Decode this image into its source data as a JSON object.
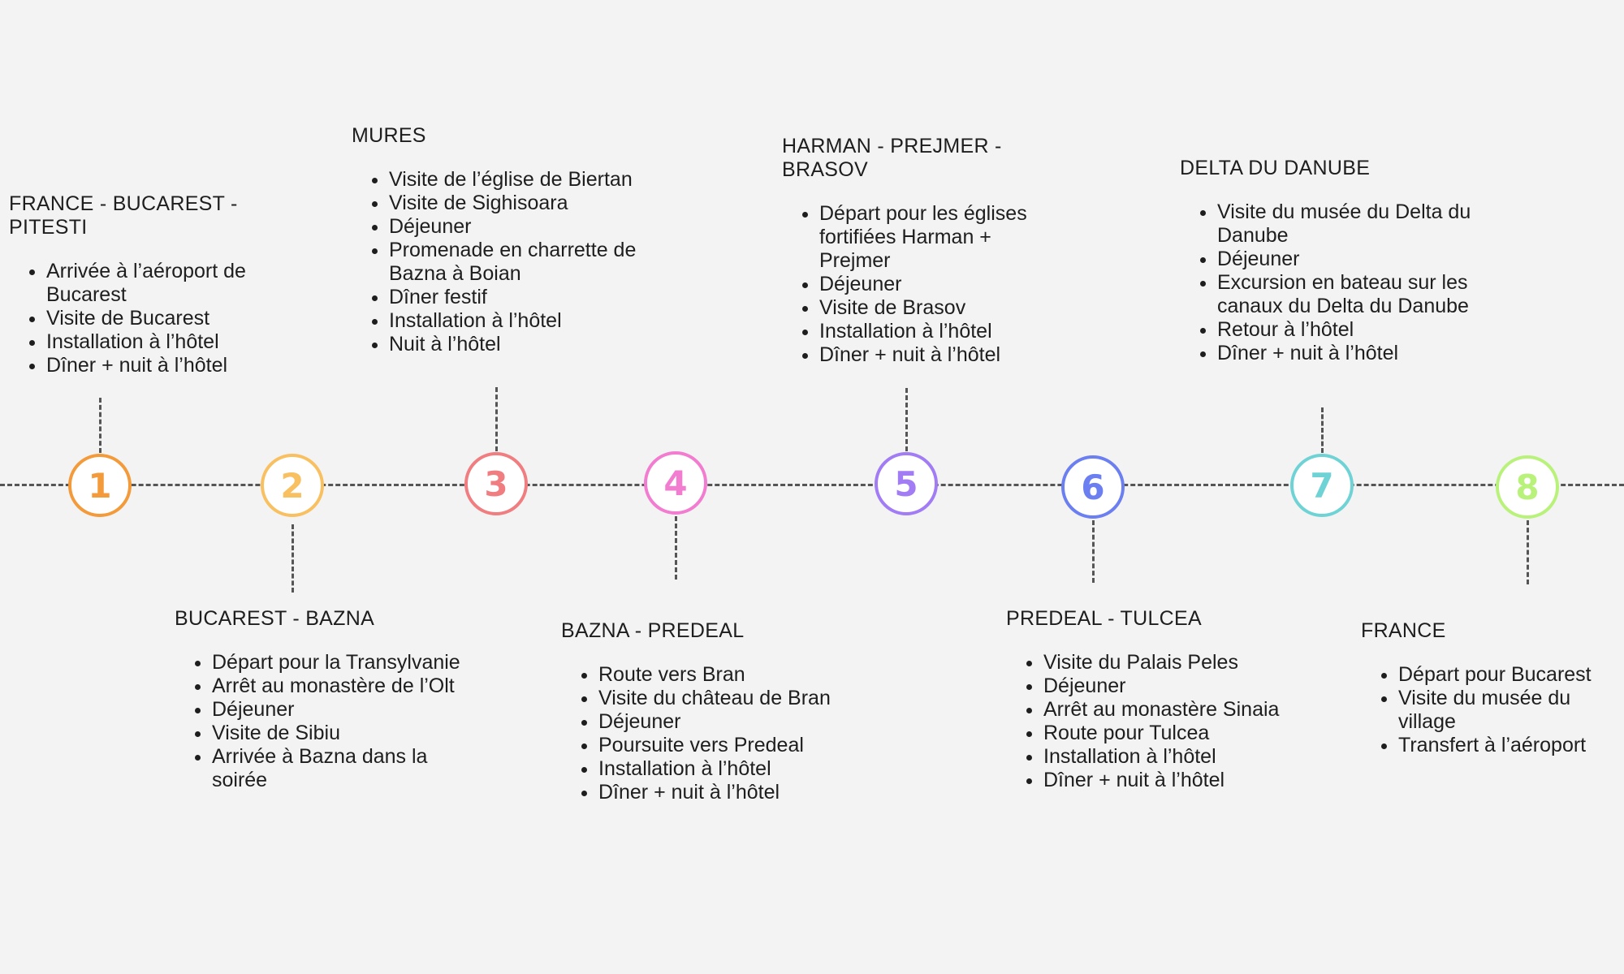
{
  "stops": [
    {
      "number": "1",
      "color": "#f39a3a",
      "title": "FRANCE - BUCAREST - PITESTI",
      "items": [
        "Arrivée à l’aéroport de Bucarest",
        "Visite de Bucarest",
        "Installation à l’hôtel",
        "Dîner + nuit à l’hôtel"
      ]
    },
    {
      "number": "2",
      "color": "#f8c060",
      "title": "BUCAREST - BAZNA",
      "items": [
        "Départ pour la Transylvanie",
        "Arrêt au monastère de l’Olt",
        "Déjeuner",
        "Visite de Sibiu",
        "Arrivée à Bazna dans la soirée"
      ]
    },
    {
      "number": "3",
      "color": "#f07d80",
      "title": "MURES",
      "items": [
        "Visite de l’église de Biertan",
        "Visite de Sighisoara",
        "Déjeuner",
        "Promenade en charrette de Bazna à Boian",
        "Dîner festif",
        "Installation à l’hôtel",
        "Nuit à l’hôtel"
      ]
    },
    {
      "number": "4",
      "color": "#f27cd0",
      "title": "BAZNA - PREDEAL",
      "items": [
        "Route vers Bran",
        "Visite du château de Bran",
        "Déjeuner",
        "Poursuite vers Predeal",
        "Installation à l’hôtel",
        "Dîner + nuit à l’hôtel"
      ]
    },
    {
      "number": "5",
      "color": "#a27cf4",
      "title": "HARMAN - PREJMER - BRASOV",
      "items": [
        "Départ pour les églises fortifiées Harman + Prejmer",
        "Déjeuner",
        "Visite de Brasov",
        "Installation à l’hôtel",
        "Dîner + nuit à l’hôtel"
      ]
    },
    {
      "number": "6",
      "color": "#6c7ff0",
      "title": "PREDEAL - TULCEA",
      "items": [
        "Visite du Palais Peles",
        "Déjeuner",
        "Arrêt au monastère Sinaia",
        "Route pour Tulcea",
        "Installation à l’hôtel",
        "Dîner + nuit à l’hôtel"
      ]
    },
    {
      "number": "7",
      "color": "#6fd3d6",
      "title": "DELTA DU DANUBE",
      "items": [
        "Visite du musée du Delta du Danube",
        "Déjeuner",
        "Excursion en bateau sur les canaux du Delta du Danube",
        "Retour à l’hôtel",
        "Dîner + nuit à l’hôtel"
      ]
    },
    {
      "number": "8",
      "color": "#b9f27a",
      "title": "FRANCE",
      "items": [
        "Départ pour Bucarest",
        "Visite du musée du village",
        "Transfert à l’aéroport"
      ]
    }
  ]
}
